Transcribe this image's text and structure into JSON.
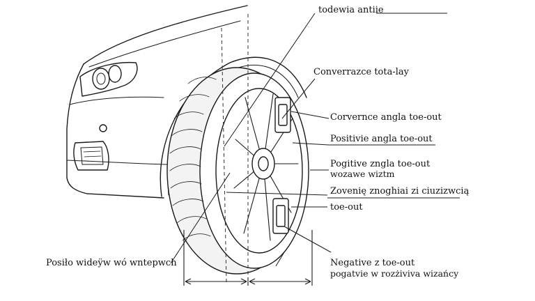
{
  "labels": {
    "top": "todewia antiie",
    "converrazce": "Converrazce tota-lay",
    "corvernce": "Corvernce angla toe-out",
    "positivie": "Positivie angla toe-out",
    "pogitive_line1": "Pogitive zngla toe-out",
    "pogitive_line2": "wozawe wiztm",
    "zovenie": "Zovenię znoghiai zi ciuzizwcią",
    "toe_out": "toe-out",
    "negative_line1": "Negative z toe-out",
    "negative_line2": "pogatvie w rozżiviva wizańcy",
    "bottom_left": "Posiło wideÿw wó wntepwch"
  },
  "colors": {
    "line": "#1a1a1a",
    "body": "#ffffff",
    "tire_fill": "#f3f3f3",
    "dash": "#333333"
  }
}
